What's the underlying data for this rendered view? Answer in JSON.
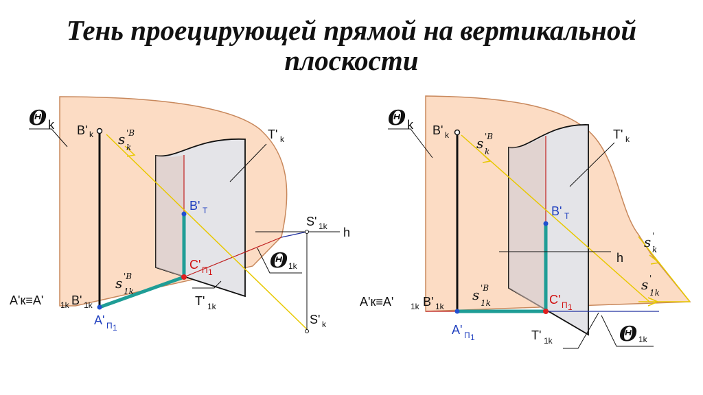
{
  "title": {
    "line1": "Тень проецирующей прямой на вертикальной",
    "line2": "плоскости"
  },
  "labels": {
    "theta": "Θ",
    "k": "k",
    "one_k": "1k",
    "B_k": "B'",
    "B_T": "B'",
    "T": "T",
    "C_P1": "C'",
    "P1": "П",
    "P1_sub": "1",
    "A_P1": "A'",
    "A_k_group": "A'к≡A'",
    "B_1k": "B'",
    "T_k": "T'",
    "T_1k": "T'",
    "S_1k": "S'",
    "S_k": "S'",
    "h": "h",
    "s": "s",
    "s_sup": "'B",
    "s_sub_k": "k",
    "s_sub_1k": "1k",
    "s_plain_sup": "'"
  },
  "colors": {
    "plane_theta_fill": "#fcdcc4",
    "plane_theta_stroke": "#c8885c",
    "plane_t_fill": "#e4e4e8",
    "plane_t_shade": "#e0c8c0",
    "edge_black": "#111111",
    "ray_yellow": "#e8c800",
    "shadow_teal": "#1f9d96",
    "trace_red": "#c02020",
    "trace_blue": "#2030a0",
    "point_blue": "#2050d0",
    "point_red": "#e02020"
  }
}
